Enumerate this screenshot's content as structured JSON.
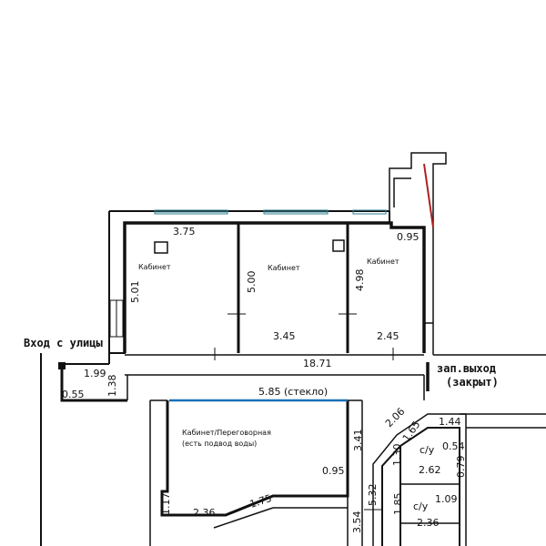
{
  "labels": {
    "entrance": "Вход с улицы",
    "emergency_exit_line1": "зап.выход",
    "emergency_exit_line2": "(закрыт)"
  },
  "rooms": {
    "office_1": "Кабинет",
    "office_2": "Кабинет",
    "office_3": "Кабинет",
    "meeting_line1": "Кабинет/Переговорная",
    "meeting_line2": "(есть подвод воды)",
    "wc_1": "с/у",
    "wc_2": "с/у"
  },
  "dimensions": {
    "d_3_75": "3.75",
    "d_0_95_top": "0.95",
    "d_5_01": "5.01",
    "d_5_00": "5.00",
    "d_4_98": "4.98",
    "d_3_45": "3.45",
    "d_2_45": "2.45",
    "d_18_71": "18.71",
    "d_1_99": "1.99",
    "d_1_38": "1.38",
    "d_0_55": "0.55",
    "d_5_85": "5.85 (стекло)",
    "d_2_06": "2.06",
    "d_1_65": "1.65",
    "d_1_44": "1.44",
    "d_3_41": "3.41",
    "d_0_54": "0.54",
    "d_1_30": "1.30",
    "d_0_79": "0.79",
    "d_2_62": "2.62",
    "d_0_95_mid": "0.95",
    "d_1_17": "1.17",
    "d_2_36_left": "2.36",
    "d_1_75": "1.75",
    "d_5_32": "5.32",
    "d_1_85": "1.85",
    "d_1_09": "1.09",
    "d_2_36_right": "2.36",
    "d_3_54": "3.54"
  },
  "colors": {
    "wall": "#111111",
    "glass": "#1a6fb5",
    "window": "#2d7f8f",
    "accent_wall": "#b02020"
  }
}
